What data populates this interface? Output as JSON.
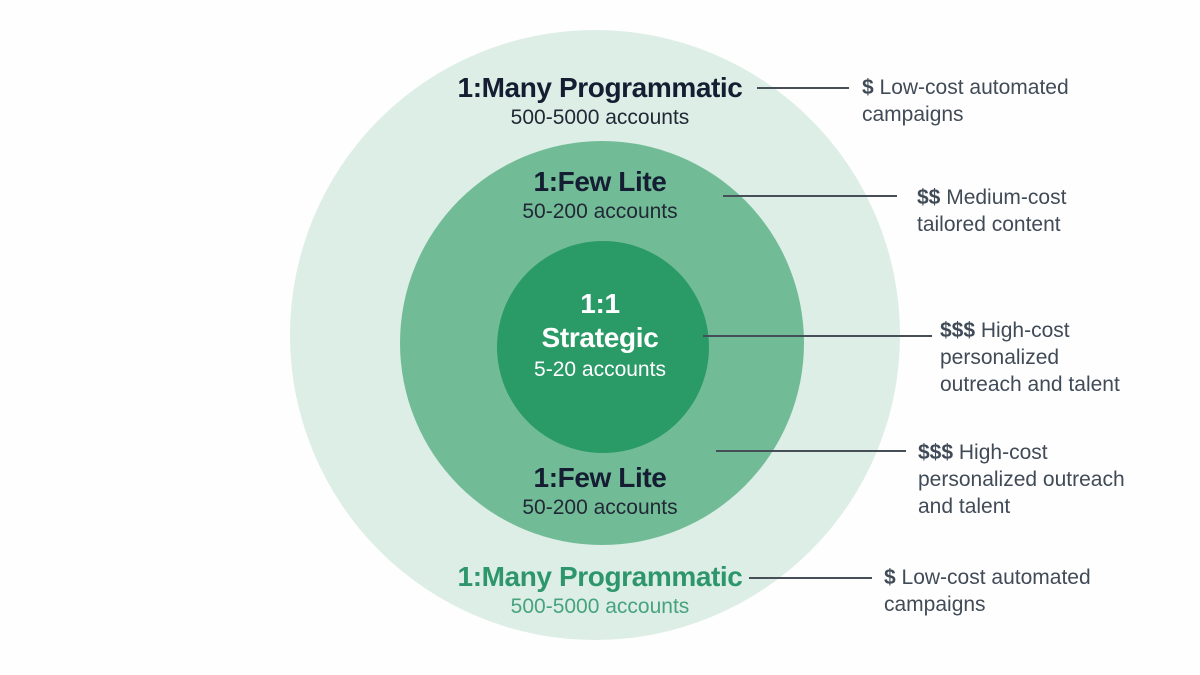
{
  "colors": {
    "background": "#fefefe",
    "outer_circle": "#dceee5",
    "middle_circle": "#72bb97",
    "inner_circle": "#2a9a67",
    "title_navy": "#141d31",
    "subtitle_dark": "#212936",
    "annotation_gray": "#414b57",
    "title_green": "#2e966c",
    "subtitle_green": "#47a37d",
    "leader_line": "#464e58",
    "center_text": "#ffffff"
  },
  "tiers": {
    "outer_top": {
      "title": "1:Many Programmatic",
      "subtitle": "500-5000 accounts"
    },
    "middle_top": {
      "title": "1:Few Lite",
      "subtitle": "50-200 accounts"
    },
    "center": {
      "title_line1": "1:1",
      "title_line2": "Strategic",
      "subtitle": "5-20 accounts"
    },
    "middle_bottom": {
      "title": "1:Few Lite",
      "subtitle": "50-200 accounts"
    },
    "outer_bottom": {
      "title": "1:Many Programmatic",
      "subtitle": "500-5000 accounts"
    }
  },
  "annotations": [
    {
      "cost": "$",
      "lines": [
        "Low-cost automated",
        "campaigns"
      ]
    },
    {
      "cost": "$$",
      "lines": [
        "Medium-cost",
        "tailored content"
      ]
    },
    {
      "cost": "$$$",
      "lines": [
        "High-cost",
        "personalized",
        "outreach and talent"
      ]
    },
    {
      "cost": "$$$",
      "lines": [
        "High-cost",
        "personalized outreach",
        "and talent"
      ]
    },
    {
      "cost": "$",
      "lines": [
        "Low-cost automated",
        "campaigns"
      ]
    }
  ]
}
